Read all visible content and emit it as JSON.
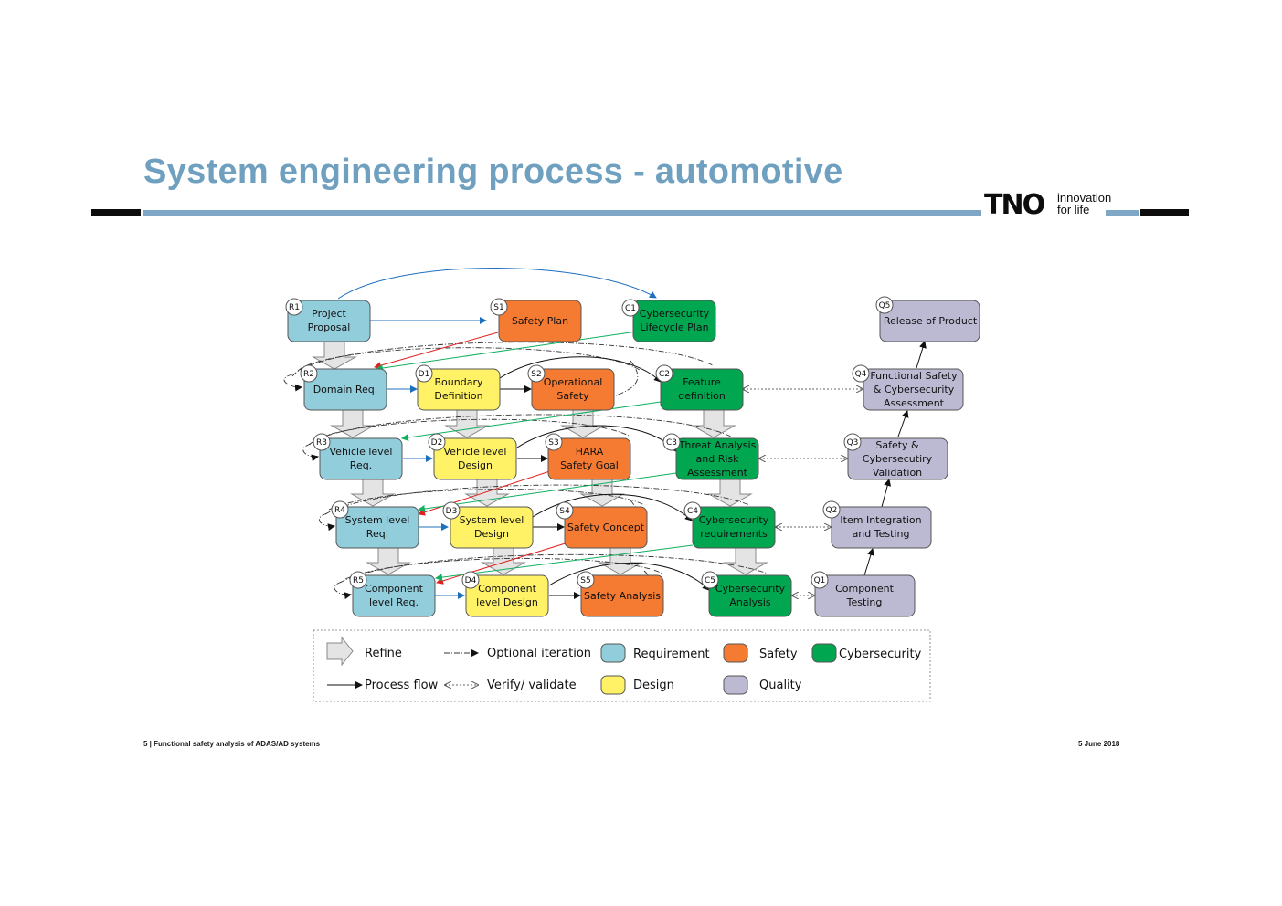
{
  "header": {
    "title": "System engineering process - automotive"
  },
  "logo": {
    "wordmark": "TNO",
    "tagline_1": "innovation",
    "tagline_2": "for life"
  },
  "footer": {
    "left": "5 | Functional safety analysis of ADAS/AD systems",
    "right": "5 June 2018"
  },
  "colors": {
    "requirement": "#92cddc",
    "safety": "#f57a32",
    "cybersecurity": "#00a650",
    "design": "#fff266",
    "quality": "#bcb9d2",
    "title": "#6fa0c0"
  },
  "nodes": {
    "R1": {
      "id": "R1",
      "line1": "Project",
      "line2": "Proposal"
    },
    "S1": {
      "id": "S1",
      "line1": "Safety Plan",
      "line2": ""
    },
    "C1": {
      "id": "C1",
      "line1": "Cybersecurity",
      "line2": "Lifecycle Plan"
    },
    "Q5": {
      "id": "Q5",
      "line1": "Release of Product",
      "line2": ""
    },
    "R2": {
      "id": "R2",
      "line1": "Domain Req.",
      "line2": ""
    },
    "D1": {
      "id": "D1",
      "line1": "Boundary",
      "line2": "Definition"
    },
    "S2": {
      "id": "S2",
      "line1": "Operational",
      "line2": "Safety"
    },
    "C2": {
      "id": "C2",
      "line1": "Feature",
      "line2": "definition"
    },
    "Q4": {
      "id": "Q4",
      "line1": "Functional Safety",
      "line2": "& Cybersecurity",
      "line3": "Assessment"
    },
    "R3": {
      "id": "R3",
      "line1": "Vehicle level",
      "line2": "Req."
    },
    "D2": {
      "id": "D2",
      "line1": "Vehicle level",
      "line2": "Design"
    },
    "S3": {
      "id": "S3",
      "line1": "HARA",
      "line2": "Safety Goal"
    },
    "C3": {
      "id": "C3",
      "line1": "Threat Analysis",
      "line2": "and Risk",
      "line3": "Assessment"
    },
    "Q3": {
      "id": "Q3",
      "line1": "Safety &",
      "line2": "Cybersecutiry",
      "line3": "Validation"
    },
    "R4": {
      "id": "R4",
      "line1": "System level",
      "line2": "Req."
    },
    "D3": {
      "id": "D3",
      "line1": "System level",
      "line2": "Design"
    },
    "S4": {
      "id": "S4",
      "line1": "Safety Concept",
      "line2": ""
    },
    "C4": {
      "id": "C4",
      "line1": "Cybersecurity",
      "line2": "requirements"
    },
    "Q2": {
      "id": "Q2",
      "line1": "Item Integration",
      "line2": "and Testing"
    },
    "R5": {
      "id": "R5",
      "line1": "Component",
      "line2": "level Req."
    },
    "D4": {
      "id": "D4",
      "line1": "Component",
      "line2": "level Design"
    },
    "S5": {
      "id": "S5",
      "line1": "Safety Analysis",
      "line2": ""
    },
    "C5": {
      "id": "C5",
      "line1": "Cybersecurity",
      "line2": "Analysis"
    },
    "Q1": {
      "id": "Q1",
      "line1": "Component",
      "line2": "Testing"
    }
  },
  "legend": {
    "refine": "Refine",
    "optional_iteration": "Optional iteration",
    "requirement": "Requirement",
    "safety": "Safety",
    "cybersecurity": "Cybersecurity",
    "process_flow": "Process flow",
    "verify_validate": "Verify/ validate",
    "design": "Design",
    "quality": "Quality"
  }
}
